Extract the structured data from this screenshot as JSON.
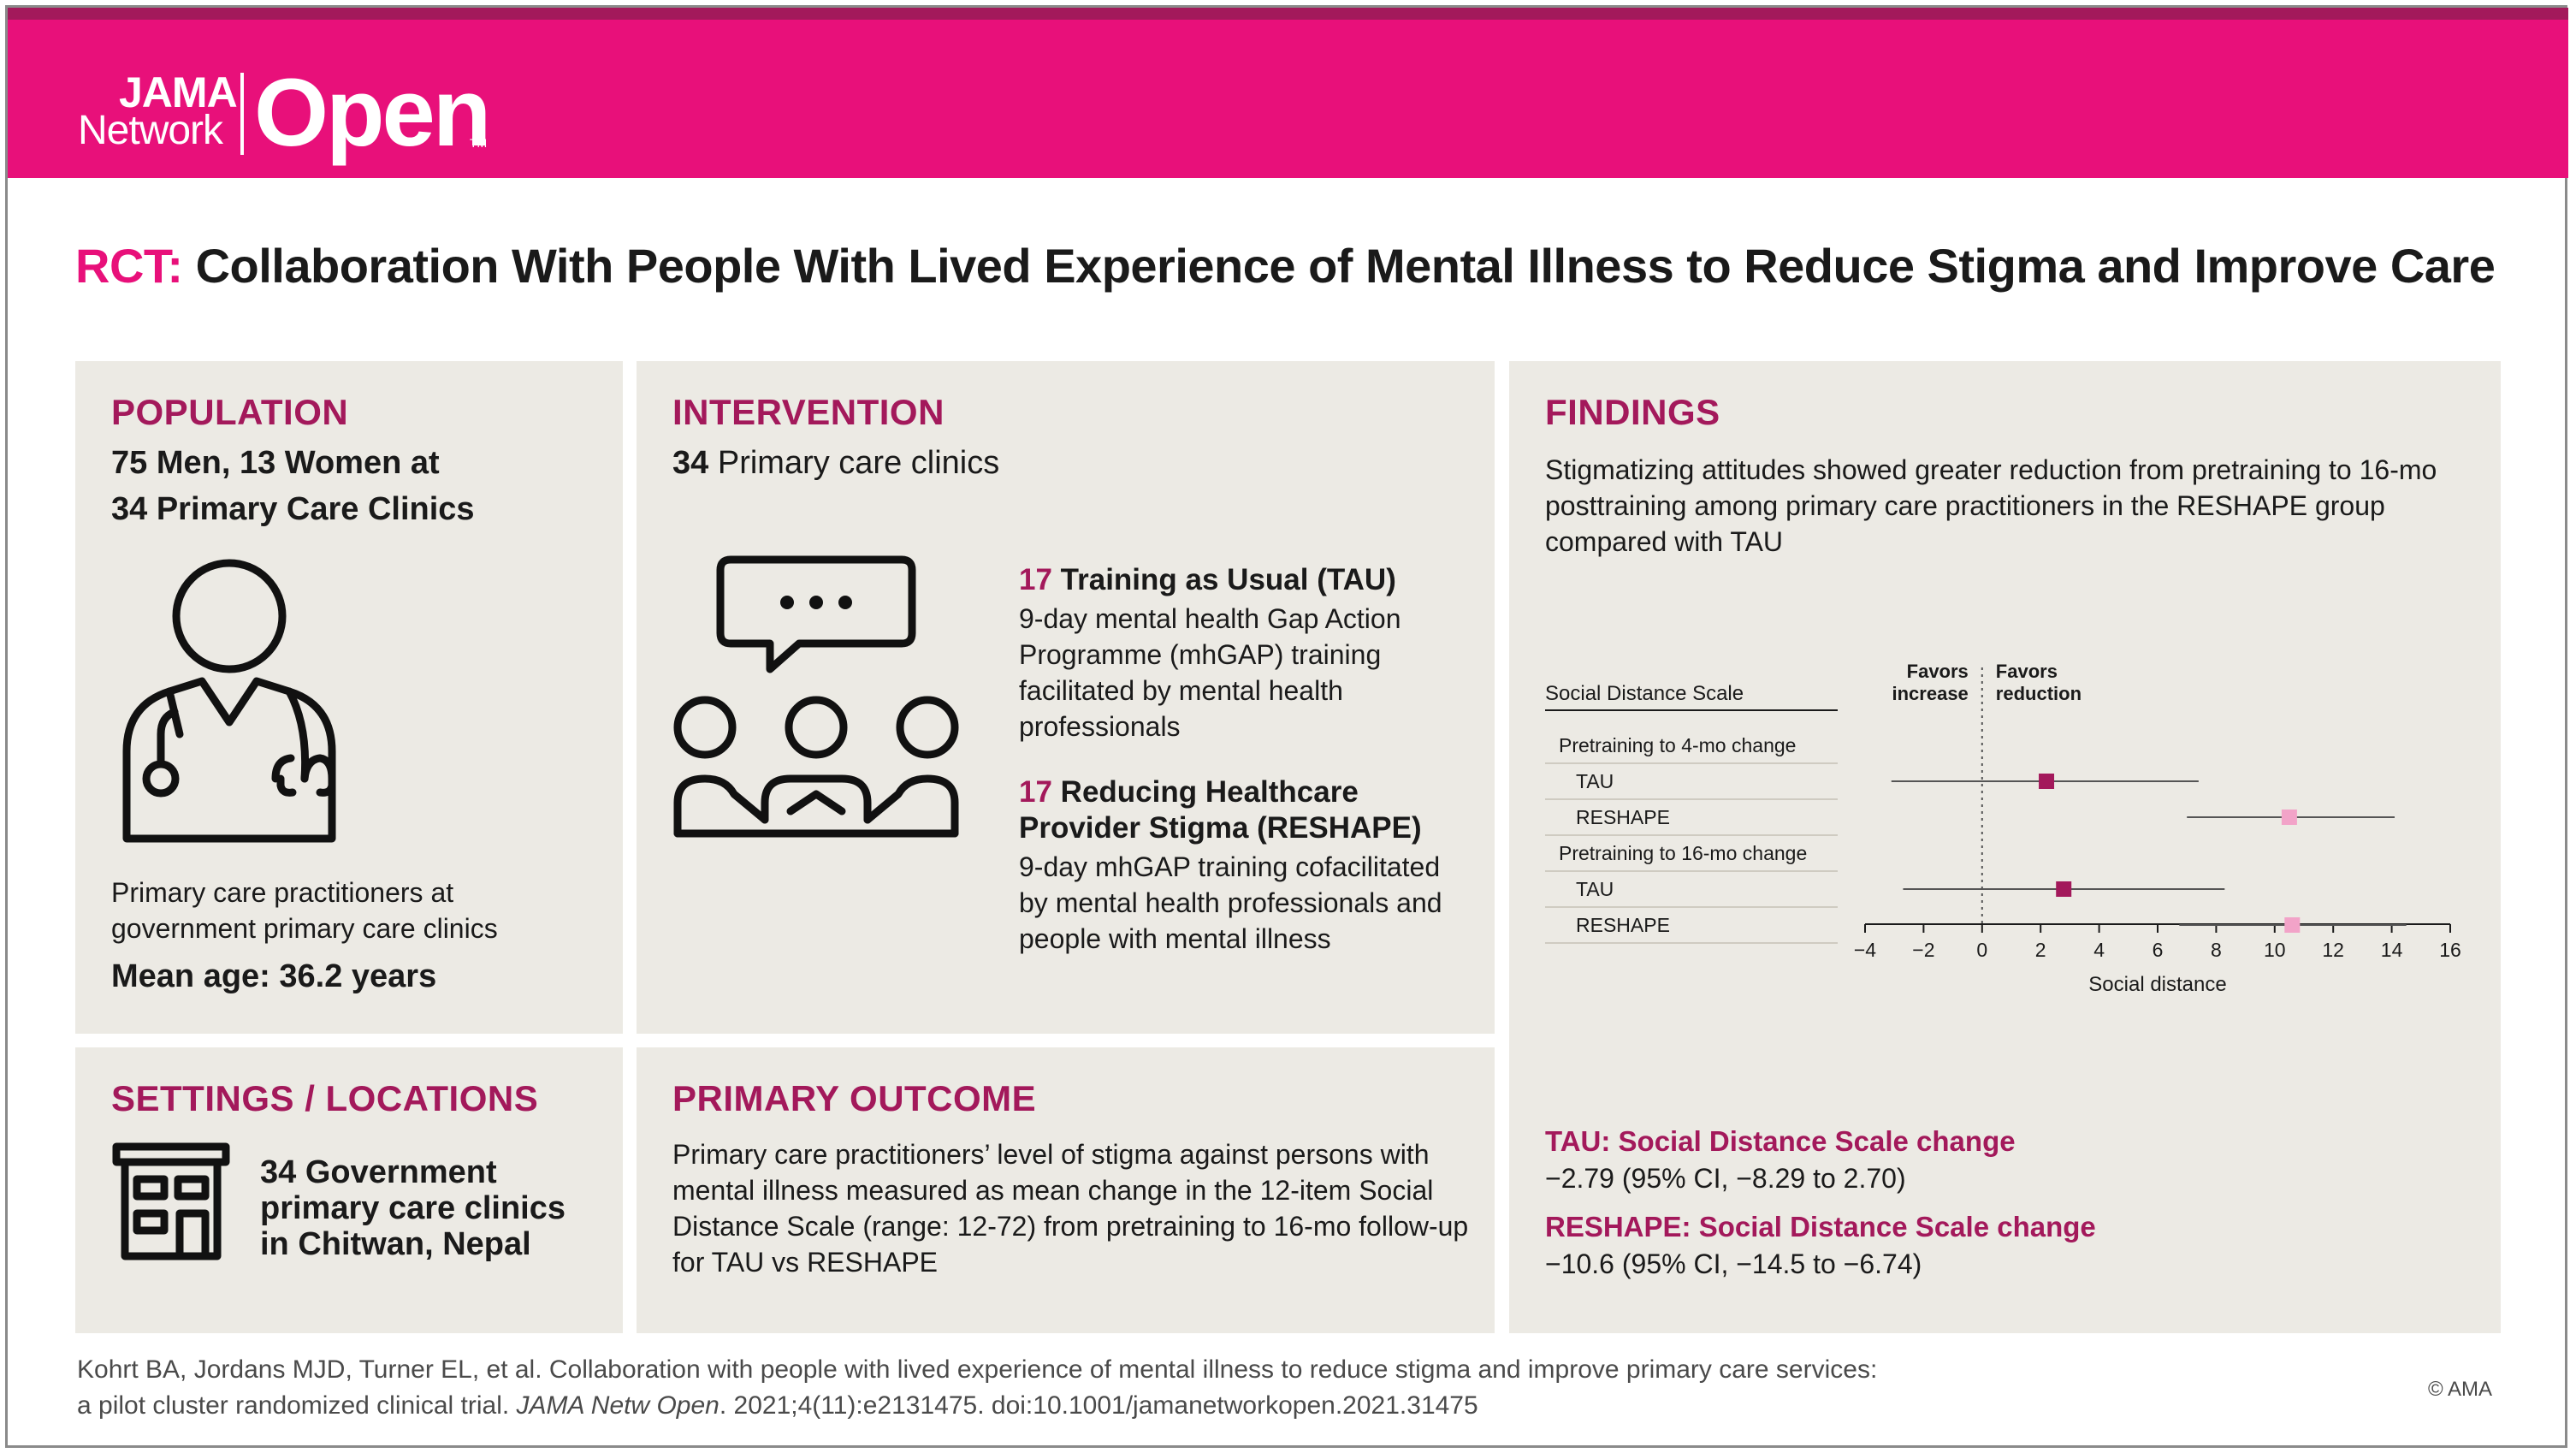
{
  "header": {
    "brand_line1": "JAMA",
    "brand_line2": "Network",
    "brand_main": "Open",
    "tm": "TM"
  },
  "title": {
    "prefix": "RCT:",
    "text": "Collaboration With People With Lived Experience of Mental Illness to Reduce Stigma and Improve Care"
  },
  "population": {
    "heading": "POPULATION",
    "line1": "75 Men, 13 Women at",
    "line2": "34 Primary Care Clinics",
    "desc1": "Primary care practitioners at",
    "desc2": "government primary care clinics",
    "mean_age": "Mean age: 36.2 years",
    "icon": "doctor-icon"
  },
  "intervention": {
    "heading": "INTERVENTION",
    "count": "34",
    "count_label": "Primary care clinics",
    "icon": "group-discussion-icon",
    "arm1": {
      "n": "17",
      "name": "Training as Usual (TAU)",
      "desc": [
        "9-day mental health Gap Action",
        "Programme (mhGAP) training",
        "facilitated by mental health",
        "professionals"
      ]
    },
    "arm2": {
      "n": "17",
      "name": "Reducing Healthcare",
      "name2": "Provider Stigma (RESHAPE)",
      "desc": [
        "9-day mhGAP training cofacilitated",
        "by mental health professionals and",
        "people with mental illness"
      ]
    }
  },
  "settings": {
    "heading": "SETTINGS / LOCATIONS",
    "lines": [
      "34 Government",
      "primary care clinics",
      "in Chitwan, Nepal"
    ],
    "icon": "building-icon"
  },
  "outcome": {
    "heading": "PRIMARY OUTCOME",
    "lines": [
      "Primary care practitioners’ level of stigma against persons with",
      "mental illness measured as mean change in the 12-item Social",
      "Distance Scale (range: 12-72) from pretraining to 16-mo follow-up",
      "for TAU vs RESHAPE"
    ]
  },
  "findings": {
    "heading": "FINDINGS",
    "lines": [
      "Stigmatizing attitudes showed greater reduction from pretraining to 16-mo",
      "posttraining among primary care practitioners in the RESHAPE group",
      "compared with TAU"
    ],
    "tau_label": "TAU: Social Distance Scale change",
    "tau_value": "−2.79 (95% CI, −8.29 to 2.70)",
    "reshape_label": "RESHAPE: Social Distance Scale change",
    "reshape_value": "−10.6 (95% CI, −14.5 to −6.74)"
  },
  "chart_data": {
    "type": "forest",
    "table_header": "Social Distance Scale",
    "favors_left": [
      "Favors",
      "increase"
    ],
    "favors_right": [
      "Favors",
      "reduction"
    ],
    "xlabel": "Social distance",
    "xlim": [
      -4,
      16
    ],
    "xticks": [
      -4,
      -2,
      0,
      2,
      4,
      6,
      8,
      10,
      12,
      14,
      16
    ],
    "tick_labels": [
      "−4",
      "−2",
      "0",
      "2",
      "4",
      "6",
      "8",
      "10",
      "12",
      "14",
      "16"
    ],
    "rows": [
      {
        "label": "Pretraining to 4-mo change",
        "group": true
      },
      {
        "label": "TAU",
        "est": 2.2,
        "lo": -3.1,
        "hi": 7.4,
        "color": "#a3195b"
      },
      {
        "label": "RESHAPE",
        "est": 10.5,
        "lo": 7.0,
        "hi": 14.1,
        "color": "#f2a3c8"
      },
      {
        "label": "Pretraining to 16-mo change",
        "group": true
      },
      {
        "label": "TAU",
        "est": 2.79,
        "lo": -2.7,
        "hi": 8.29,
        "color": "#a3195b"
      },
      {
        "label": "RESHAPE",
        "est": 10.6,
        "lo": 6.74,
        "hi": 14.5,
        "color": "#f2a3c8"
      }
    ]
  },
  "citation": {
    "line1": "Kohrt BA, Jordans MJD, Turner EL, et al. Collaboration with people with lived experience of mental illness to reduce stigma and improve primary care services:",
    "line2a": "a pilot cluster randomized clinical trial. ",
    "journal": "JAMA Netw Open",
    "line2b": ". 2021;4(11):e2131475. doi:10.1001/jamanetworkopen.2021.31475",
    "copyright": "© AMA"
  }
}
